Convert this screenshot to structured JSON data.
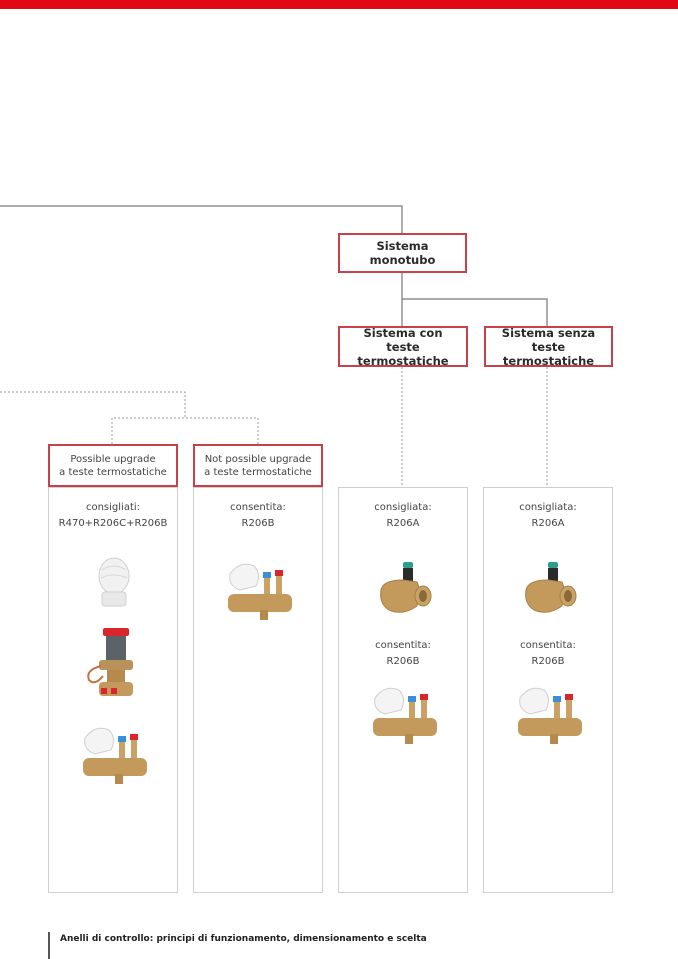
{
  "colors": {
    "brand_red": "#e30613",
    "node_border": "#c8404a",
    "panel_border": "#cfcfcf",
    "line": "#777777"
  },
  "nodes": {
    "monotubo": "Sistema\nmonotubo",
    "con_teste": "Sistema con\nteste termostatiche",
    "senza_teste": "Sistema senza\nteste termostatiche",
    "possible_upgrade": "Possible upgrade\na teste termostatiche",
    "not_possible_upgrade": "Not possible upgrade\na teste termostatiche"
  },
  "panels": [
    {
      "sections": [
        {
          "label": "consigliati:",
          "code": "R470+R206C+R206B",
          "products": [
            "thermostatic-head",
            "differential-pressure-valve",
            "balancing-valve"
          ]
        }
      ]
    },
    {
      "sections": [
        {
          "label": "consentita:",
          "code": "R206B",
          "products": [
            "balancing-valve"
          ]
        }
      ]
    },
    {
      "sections": [
        {
          "label": "consigliata:",
          "code": "R206A",
          "products": [
            "brass-valve"
          ]
        },
        {
          "label": "consentita:",
          "code": "R206B",
          "products": [
            "balancing-valve"
          ]
        }
      ]
    },
    {
      "sections": [
        {
          "label": "consigliata:",
          "code": "R206A",
          "products": [
            "brass-valve"
          ]
        },
        {
          "label": "consentita:",
          "code": "R206B",
          "products": [
            "balancing-valve"
          ]
        }
      ]
    }
  ],
  "footer": {
    "title": "Anelli di controllo: principi di funzionamento, dimensionamento e scelta"
  }
}
